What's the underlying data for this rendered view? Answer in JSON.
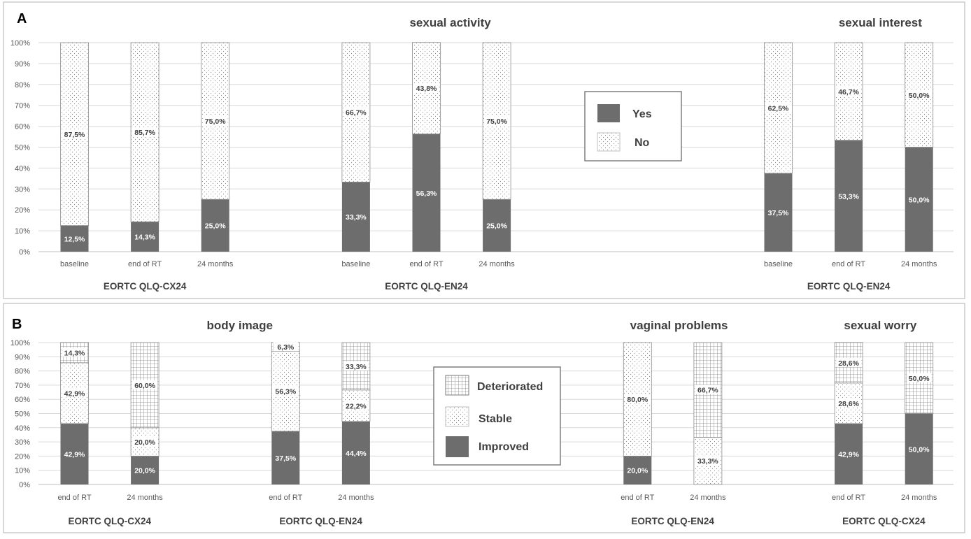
{
  "legend_a": {
    "items": [
      {
        "label": "Yes",
        "fill": "dark"
      },
      {
        "label": "No",
        "fill": "dots"
      }
    ]
  },
  "legend_b": {
    "items": [
      {
        "label": "Deteriorated",
        "fill": "grid"
      },
      {
        "label": "Stable",
        "fill": "dots"
      },
      {
        "label": "Improved",
        "fill": "dark"
      }
    ]
  },
  "colors": {
    "dark": "#6d6d6d",
    "border": "#7f7f7f",
    "gridline": "#d9d9d9",
    "text": "#404040"
  },
  "y_ticks": [
    "0%",
    "10%",
    "20%",
    "30%",
    "40%",
    "50%",
    "60%",
    "70%",
    "80%",
    "90%",
    "100%"
  ],
  "chart_data": [
    {
      "panel": "A",
      "type": "bar",
      "stacked": true,
      "ylim": [
        0,
        100
      ],
      "grid": true,
      "legend_placement": "center",
      "titles": [
        {
          "text": "sexual activity",
          "pos": 0.45
        },
        {
          "text": "sexual interest",
          "pos": 0.92
        }
      ],
      "series": [
        {
          "name": "Yes",
          "fill": "dark"
        },
        {
          "name": "No",
          "fill": "dots"
        }
      ],
      "categories": [
        {
          "label": "baseline",
          "values": [
            12.5,
            87.5
          ],
          "labels": [
            "12,5%",
            "87,5%"
          ]
        },
        {
          "label": "end of RT",
          "values": [
            14.3,
            85.7
          ],
          "labels": [
            "14,3%",
            "85,7%"
          ]
        },
        {
          "label": "24 months",
          "values": [
            25.0,
            75.0
          ],
          "labels": [
            "25,0%",
            "75,0%"
          ]
        },
        {
          "label": "",
          "values": null
        },
        {
          "label": "baseline",
          "values": [
            33.3,
            66.7
          ],
          "labels": [
            "33,3%",
            "66,7%"
          ]
        },
        {
          "label": "end of RT",
          "values": [
            56.3,
            43.8
          ],
          "labels": [
            "56,3%",
            "43,8%"
          ]
        },
        {
          "label": "24 months",
          "values": [
            25.0,
            75.0
          ],
          "labels": [
            "25,0%",
            "75,0%"
          ]
        },
        {
          "label": "",
          "values": null
        },
        {
          "label": "",
          "values": null
        },
        {
          "label": "",
          "values": null
        },
        {
          "label": "baseline",
          "values": [
            37.5,
            62.5
          ],
          "labels": [
            "37,5%",
            "62,5%"
          ]
        },
        {
          "label": "end of RT",
          "values": [
            53.3,
            46.7
          ],
          "labels": [
            "53,3%",
            "46,7%"
          ]
        },
        {
          "label": "24 months",
          "values": [
            50.0,
            50.0
          ],
          "labels": [
            "50,0%",
            "50,0%"
          ]
        }
      ],
      "groups": [
        {
          "label": "EORTC QLQ-CX24",
          "center": 1
        },
        {
          "label": "EORTC QLQ-EN24",
          "center": 5
        },
        {
          "label": "EORTC QLQ-EN24",
          "center": 11
        }
      ]
    },
    {
      "panel": "B",
      "type": "bar",
      "stacked": true,
      "ylim": [
        0,
        100
      ],
      "grid": true,
      "legend_placement": "center",
      "titles": [
        {
          "text": "body image",
          "pos": 0.22
        },
        {
          "text": "vaginal problems",
          "pos": 0.7
        },
        {
          "text": "sexual worry",
          "pos": 0.92
        }
      ],
      "series": [
        {
          "name": "Improved",
          "fill": "dark"
        },
        {
          "name": "Stable",
          "fill": "dots"
        },
        {
          "name": "Deteriorated",
          "fill": "grid"
        }
      ],
      "categories": [
        {
          "label": "end of RT",
          "values": [
            42.9,
            42.9,
            14.3
          ],
          "labels": [
            "42,9%",
            "42,9%",
            "14,3%"
          ]
        },
        {
          "label": "24 months",
          "values": [
            20.0,
            20.0,
            60.0
          ],
          "labels": [
            "20,0%",
            "20,0%",
            "60,0%"
          ]
        },
        {
          "label": "",
          "values": null
        },
        {
          "label": "end of RT",
          "values": [
            37.5,
            56.3,
            6.3
          ],
          "labels": [
            "37,5%",
            "56,3%",
            "6,3%"
          ]
        },
        {
          "label": "24 months",
          "values": [
            44.4,
            22.2,
            33.3
          ],
          "labels": [
            "44,4%",
            "22,2%",
            "33,3%"
          ]
        },
        {
          "label": "",
          "values": null
        },
        {
          "label": "",
          "values": null
        },
        {
          "label": "",
          "values": null
        },
        {
          "label": "end of RT",
          "values": [
            20.0,
            80.0,
            0
          ],
          "labels": [
            "20,0%",
            "80,0%",
            ""
          ]
        },
        {
          "label": "24 months",
          "values": [
            0,
            33.3,
            66.7
          ],
          "labels": [
            "",
            "33,3%",
            "66,7%"
          ]
        },
        {
          "label": "",
          "values": null
        },
        {
          "label": "end of RT",
          "values": [
            42.9,
            28.6,
            28.6
          ],
          "labels": [
            "42,9%",
            "28,6%",
            "28,6%"
          ]
        },
        {
          "label": "24 months",
          "values": [
            50.0,
            0,
            50.0
          ],
          "labels": [
            "50,0%",
            "",
            "50,0%"
          ]
        }
      ],
      "groups": [
        {
          "label": "EORTC QLQ-CX24",
          "center": 0.5
        },
        {
          "label": "EORTC QLQ-EN24",
          "center": 3.5
        },
        {
          "label": "EORTC QLQ-EN24",
          "center": 8.5
        },
        {
          "label": "EORTC QLQ-CX24",
          "center": 11.5
        }
      ]
    }
  ],
  "panels": [
    {
      "letter": "A"
    },
    {
      "letter": "B"
    }
  ]
}
